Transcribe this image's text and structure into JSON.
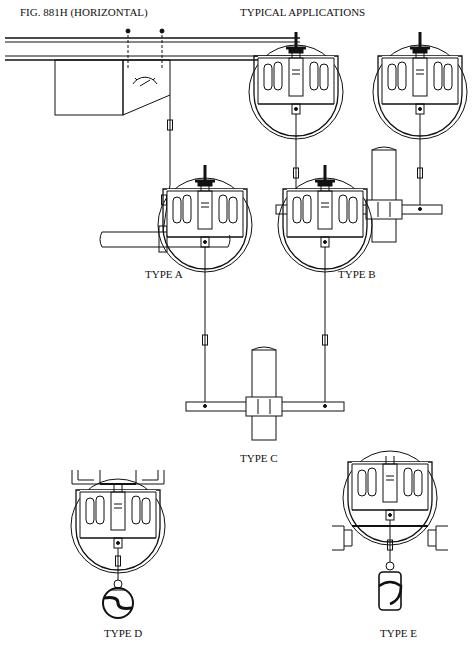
{
  "diagram": {
    "labels": [
      "FIG. 881H (HORIZONTAL)",
      "TYPICAL APPLICATIONS",
      "TYPE A",
      "TYPE B",
      "TYPE C",
      "TYPE D",
      "TYPE E"
    ]
  }
}
